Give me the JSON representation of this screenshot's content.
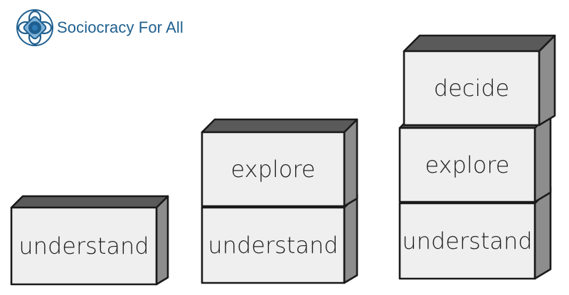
{
  "brand": {
    "name": "Sociocracy For All",
    "logo_icon": "sociocracy-for-all-logo-icon",
    "color": "#1f5f8f"
  },
  "colors": {
    "block_face": "#efefef",
    "block_top": "#5a5a5a",
    "block_side": "#8d8d8d",
    "outline": "#1a1a1a"
  },
  "stacks": [
    {
      "blocks": [
        {
          "label": "understand"
        }
      ]
    },
    {
      "blocks": [
        {
          "label": "understand"
        },
        {
          "label": "explore"
        }
      ]
    },
    {
      "blocks": [
        {
          "label": "understand"
        },
        {
          "label": "explore"
        },
        {
          "label": "decide"
        }
      ]
    }
  ]
}
